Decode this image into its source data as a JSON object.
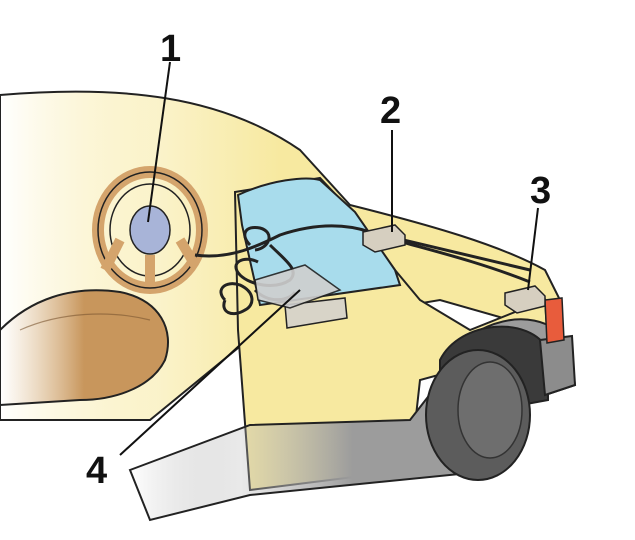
{
  "callouts": [
    {
      "id": "1",
      "label": "1"
    },
    {
      "id": "2",
      "label": "2"
    },
    {
      "id": "3",
      "label": "3"
    },
    {
      "id": "4",
      "label": "4"
    }
  ],
  "colors": {
    "body": "#f7e9a0",
    "window": "#a8dcec",
    "grey": "#9c9c9c",
    "tire": "#5c5c5c",
    "seat": "#c8965c",
    "wheel": "#d4a46c",
    "module": "#cfcfcf",
    "wire": "#222222",
    "light": "#e85c3c"
  }
}
